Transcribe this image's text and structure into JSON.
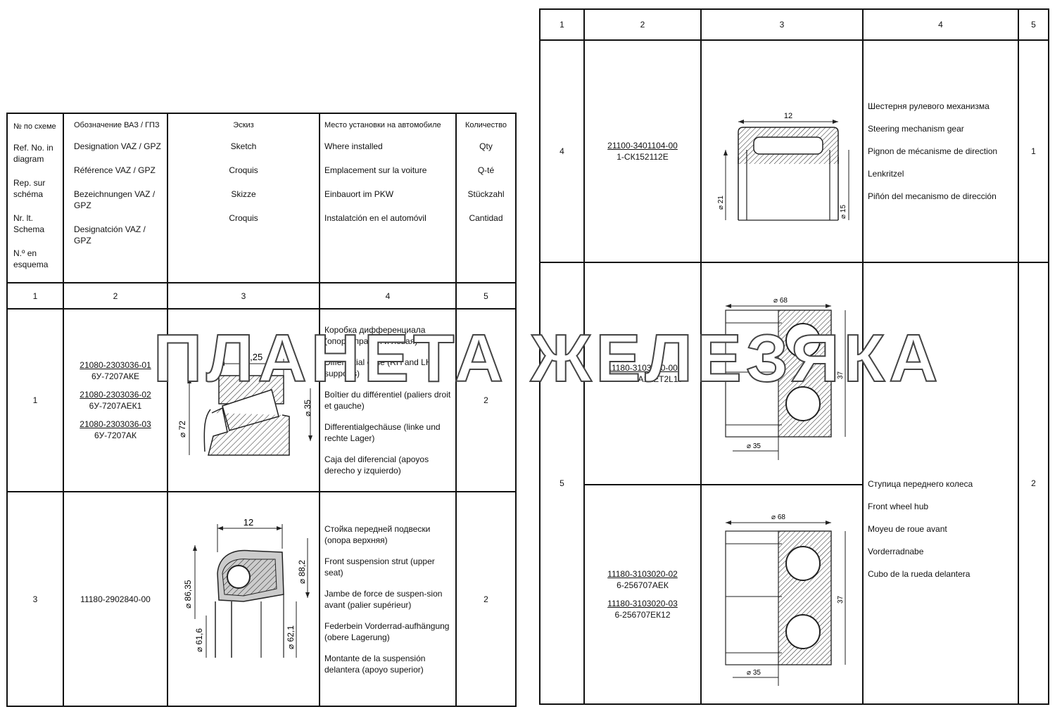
{
  "left_table": {
    "header": {
      "ref": {
        "title": "№ по схеме",
        "lines": [
          "Ref. No. in diagram",
          "Rep. sur schéma",
          "Nr. lt. Schema",
          "N.º en esquema"
        ]
      },
      "designation": {
        "title": "Обозначение ВАЗ / ГПЗ",
        "lines": [
          "Designation VAZ / GPZ",
          "Référence VAZ / GPZ",
          "Bezeichnungen VAZ / GPZ",
          "Designatción VAZ / GPZ"
        ]
      },
      "sketch": {
        "title": "Эскиз",
        "lines": [
          "Sketch",
          "Croquis",
          "Skizze",
          "Croquis"
        ]
      },
      "where": {
        "title": "Место установки на автомобиле",
        "lines": [
          "Where installed",
          "Emplacement sur la voiture",
          "Einbauort im PKW",
          "Instalatción en el automóvil"
        ]
      },
      "qty": {
        "title": "Количество",
        "lines": [
          "Qty",
          "Q-té",
          "Stückzahl",
          "Cantidad"
        ]
      }
    },
    "col_numbers": [
      "1",
      "2",
      "3",
      "4",
      "5"
    ],
    "rows": [
      {
        "ref": "1",
        "parts": [
          {
            "code": "21080-2303036-01",
            "sub": "6У-7207АКЕ"
          },
          {
            "code": "21080-2303036-02",
            "sub": "6У-7207АЕК1"
          },
          {
            "code": "21080-2303036-03",
            "sub": "6У-7207АК"
          }
        ],
        "dims": {
          "a": "18,25",
          "b": "⌀ 72",
          "c": "⌀ 35"
        },
        "where": [
          "Коробка дифференциала (опоры правая и левая)",
          "Differential case (RH and LH supports)",
          "Boîtier du différentiel (paliers droit et gauche)",
          "Differentialgechäuse (linke und rechte Lager)",
          "Caja del diferencial (apoyos derecho y  izquierdo)"
        ],
        "qty": "2"
      },
      {
        "ref": "3",
        "part": "11180-2902840-00",
        "dims": {
          "a": "12",
          "b": "⌀ 86,35",
          "c": "⌀ 61,6",
          "d": "⌀ 88,2",
          "e": "⌀ 62,1"
        },
        "where": [
          "Стойка передней подвески (опора верхняя)",
          "Front suspension strut (upper seat)",
          "Jambe de force de suspen-sion avant (palier supérieur)",
          "Federbein Vorderrad-aufhängung (obere Lagerung)",
          "Montante de la suspensión delantera (apoyo superior)"
        ],
        "qty": "2"
      }
    ]
  },
  "right_table": {
    "col_numbers": [
      "1",
      "2",
      "3",
      "4",
      "5"
    ],
    "row4": {
      "ref": "4",
      "code": "21100-3401104-00",
      "sub": "1-СК152112Е",
      "dims": {
        "a": "12",
        "b": "⌀ 21",
        "c": "⌀ 15"
      },
      "where": [
        "Шестерня рулевого механизма",
        "Steering mechanism gear",
        "Pignon de mécanisme de direction",
        "Lenkritzel",
        "Piñón del mecanismo de dirección"
      ],
      "qty": "1"
    },
    "row5": {
      "ref": "5",
      "part_a": {
        "code": "11180-3103020-00",
        "sub": "6-256707А1КЕТ2L19",
        "dims": {
          "a": "⌀ 68",
          "b": "37",
          "c": "⌀ 35"
        }
      },
      "part_b": [
        {
          "code": "11180-3103020-02",
          "sub": "6-256707АЕК"
        },
        {
          "code": "11180-3103020-03",
          "sub": "6-256707ЕК12"
        }
      ],
      "part_b_dims": {
        "a": "⌀ 68",
        "b": "37",
        "c": "⌀ 35"
      },
      "where": [
        "Ступица переднего колеса",
        "Front wheel hub",
        "Moyeu de roue avant",
        "Vorderradnabe",
        "Cubo de la rueda delantera"
      ],
      "qty": "2"
    }
  },
  "watermark": "ПЛАНЕТА ЖЕЛЕЗЯКА"
}
